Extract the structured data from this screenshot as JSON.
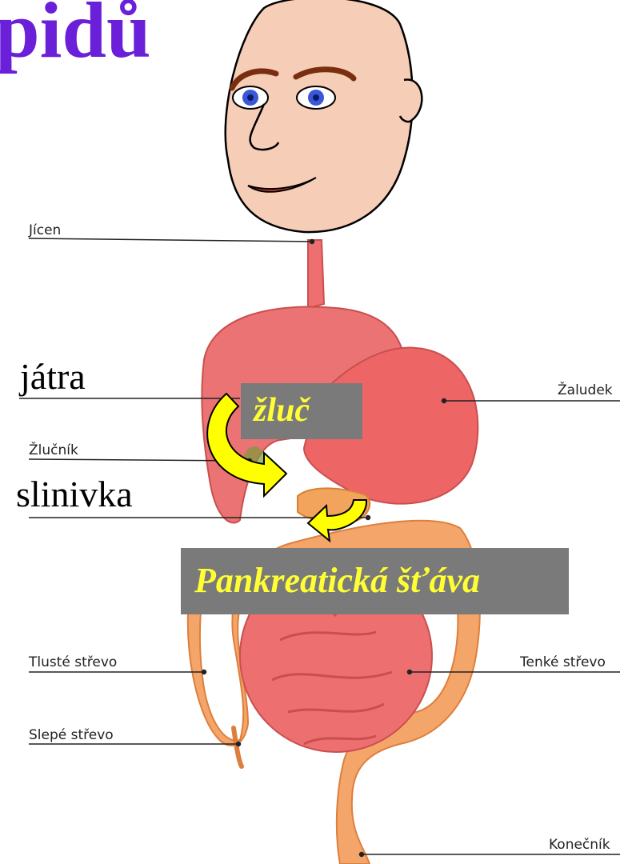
{
  "title_fragment": "pidů",
  "labels": {
    "jicen": "Jícen",
    "zaludek": "Žaludek",
    "zlucnik": "Žlučník",
    "tluste_strevo": "Tlusté střevo",
    "tenke_strevo": "Tenké střevo",
    "slepe_strevo": "Slepé střevo",
    "konecnik": "Konečník"
  },
  "annotations": {
    "jatra": "játra",
    "slinivka": "slinivka",
    "zluc": "žluč",
    "pankreaticka_stava": "Pankreatická šťáva"
  },
  "colors": {
    "title": "#6a1fd8",
    "arrow": "#ffff00",
    "box": "#7a7a7a",
    "box_text": "#ffff33",
    "organ_red": "#ee6f6f",
    "intestine_orange": "#f4a56a",
    "skin": "#f6cdb7",
    "eyes": "#3b57d8"
  }
}
